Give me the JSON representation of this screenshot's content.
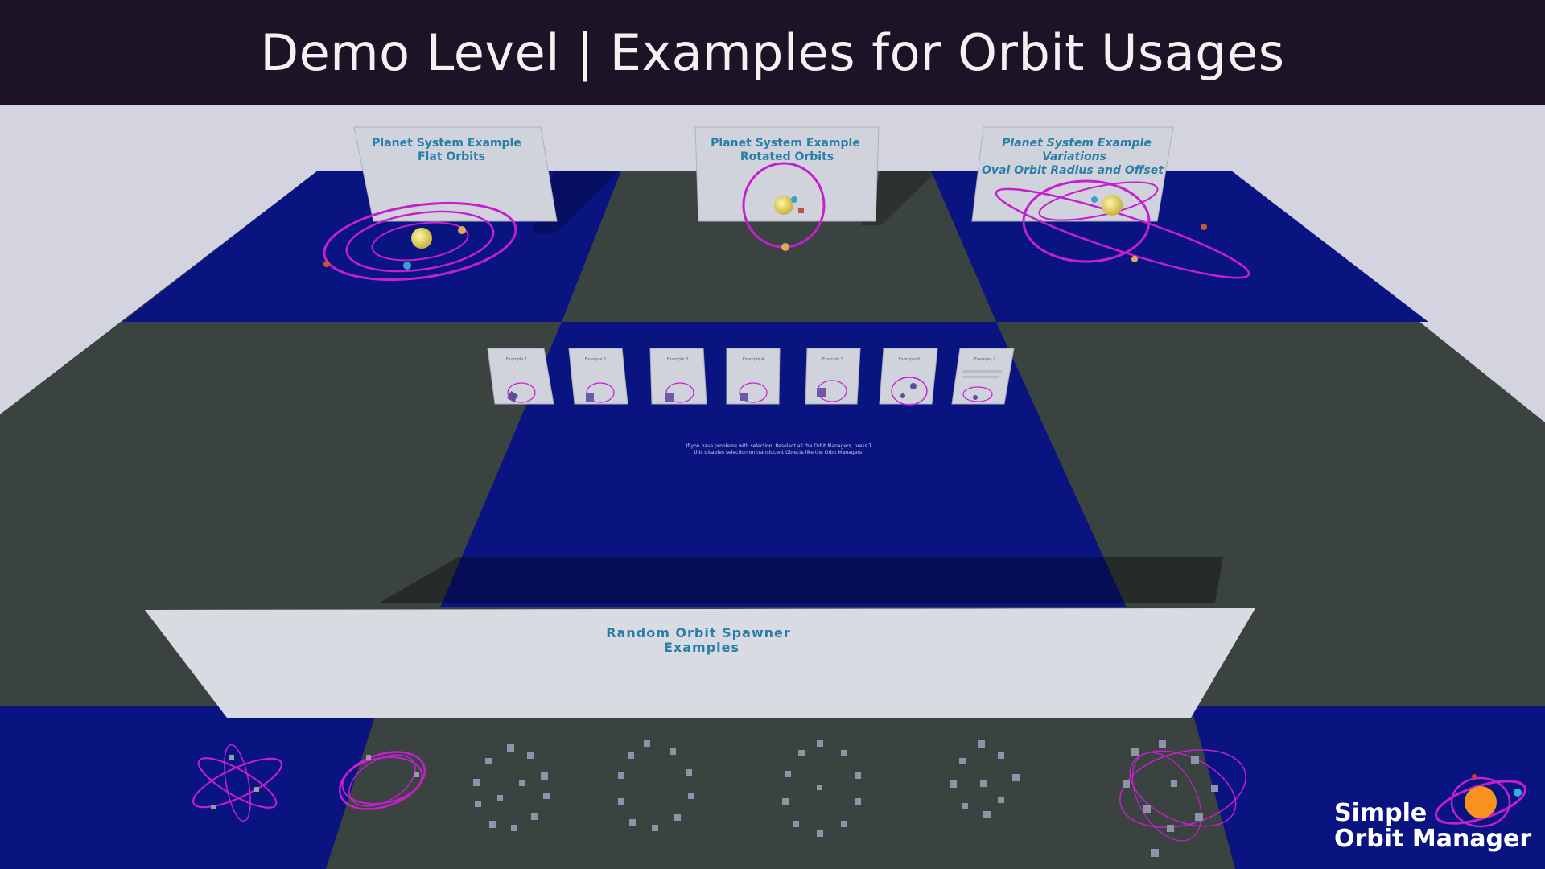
{
  "title": "Demo Level | Examples for Orbit Usages",
  "signs": {
    "flat": {
      "line1": "Planet System Example",
      "line2": "Flat Orbits"
    },
    "rotated": {
      "line1": "Planet System Example",
      "line2": "Rotated Orbits"
    },
    "variations": {
      "line1": "Planet System Example",
      "line2": "Variations",
      "line3": "Oval Orbit Radius and Offset"
    }
  },
  "random_wall": {
    "line1": "Random Orbit Spawner",
    "line2": "Examples"
  },
  "small_signs": [
    "Example 1",
    "Example 2",
    "Example 3",
    "Example 4",
    "Example 5",
    "Example 6",
    "Example 7"
  ],
  "floor_note": {
    "line1": "If you have problems with selection, Reselect all the Orbit Managers, press T",
    "line2": "this disables selection on translucent Objects like the Orbit Managers!"
  },
  "logo": {
    "line1": "Simple",
    "line2": "Orbit Manager"
  },
  "colors": {
    "title_bg": "#1d1326",
    "floor_blue": "#0a1481",
    "floor_gray": "#3a4340",
    "orbit_magenta": "#c61fd0",
    "sign_text": "#2a7ea8",
    "logo_orange": "#f7921e"
  }
}
